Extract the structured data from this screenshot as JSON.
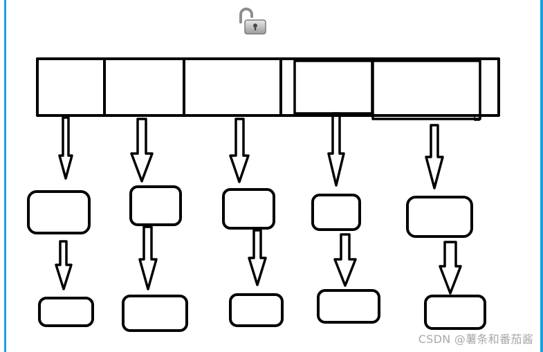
{
  "canvas": {
    "background": "#ffffff",
    "frame_color": "#1ea0dc",
    "stroke_color": "#000000"
  },
  "icons": {
    "lock": "open-padlock-icon"
  },
  "diagram": {
    "array_cells": 6,
    "columns": 5,
    "levels": [
      "array-cell",
      "first-node",
      "second-node"
    ]
  },
  "watermark": {
    "text": "CSDN @薯条和番茄酱"
  }
}
